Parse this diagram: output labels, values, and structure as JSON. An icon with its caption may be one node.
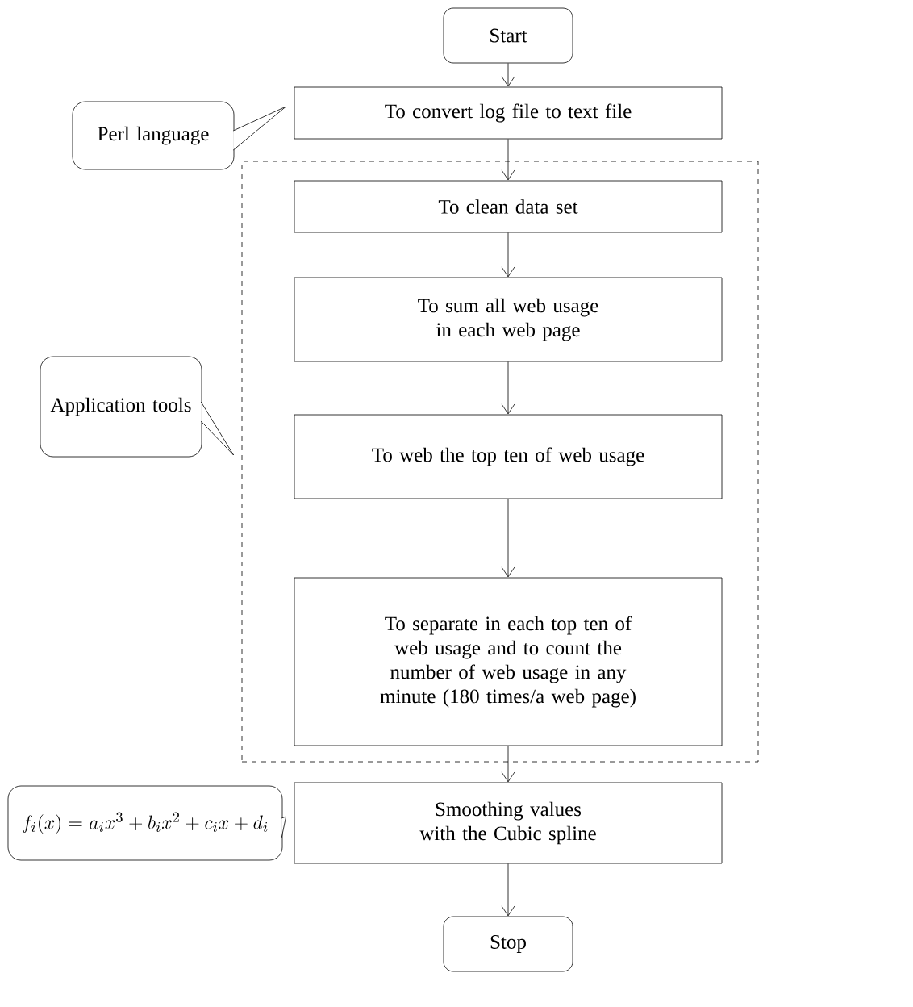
{
  "diagram": {
    "nodes": [
      {
        "text": [
          "Start"
        ]
      },
      {
        "text": [
          "To convert log file to text file"
        ]
      },
      {
        "text": [
          "Perl language"
        ]
      },
      {
        "text": [],
        "shape": "box"
      },
      {
        "text": [
          "To clean data set"
        ],
        "in": 3
      },
      {
        "text": [
          "To sum all web usage in each web page"
        ],
        "in": 3
      },
      {
        "text": [
          "To web the top ten of web usage"
        ],
        "in": 3
      },
      {
        "text": [
          "To separate in each top ten of web usage and to count the number of web usage in any minute (180 times/a web page)"
        ],
        "in": 3
      },
      {
        "text": [
          "Application tools"
        ]
      },
      {
        "text": [
          "Smoothing values with the Cubic spline"
        ]
      },
      {
        "text": [
          "f_i(x) = a_i x^3 + b_i x^2 + c_i x + d_i"
        ]
      },
      {
        "text": [
          "Stop"
        ]
      }
    ],
    "edges": [
      {
        "from": 0,
        "to": 1,
        "arrow": "to"
      },
      {
        "from": 2,
        "to": 1,
        "arrow": "none"
      },
      {
        "from": 1,
        "to": 4,
        "arrow": "to"
      },
      {
        "from": 4,
        "to": 5,
        "arrow": "to"
      },
      {
        "from": 5,
        "to": 6,
        "arrow": "to"
      },
      {
        "from": 6,
        "to": 7,
        "arrow": "to"
      },
      {
        "from": 8,
        "to": 3,
        "arrow": "none"
      },
      {
        "from": 7,
        "to": 9,
        "arrow": "to"
      },
      {
        "from": 10,
        "to": 9,
        "arrow": "none"
      },
      {
        "from": 9,
        "to": 11,
        "arrow": "to"
      }
    ]
  }
}
